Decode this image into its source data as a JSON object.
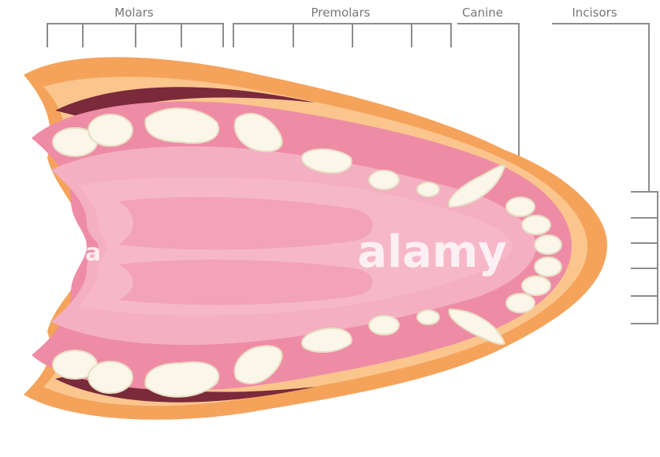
{
  "labels": {
    "molars": "Molars",
    "premolars": "Premolars",
    "canine": "Canine",
    "incisors": "Incisors"
  },
  "watermark": {
    "brand": "alamy",
    "letter": "a"
  },
  "colors": {
    "lip": "#F5A35B",
    "lip_light": "#FBC58E",
    "gum": "#EE8CA6",
    "gum_light": "#F4AFC2",
    "tongue": "#F6B8C9",
    "tongue_center": "#F09BB4",
    "tooth": "#FAF6EA",
    "tooth_shade": "#E8DEC4",
    "throat": "#7A2A3A",
    "bracket": "#8C8C8C"
  }
}
